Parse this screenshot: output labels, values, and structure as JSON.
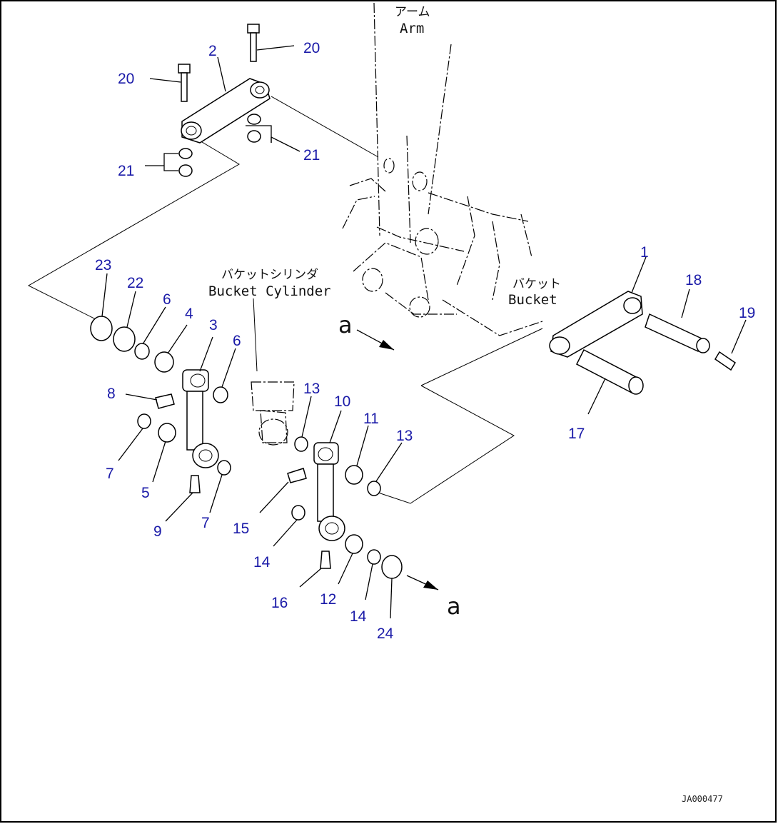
{
  "labels": {
    "arm_jp": "アーム",
    "arm_en": "Arm",
    "cylinder_jp": "バケットシリンダ",
    "cylinder_en": "Bucket Cylinder",
    "bucket_jp": "バケット",
    "bucket_en": "Bucket",
    "view_a_top": "a",
    "view_a_bottom": "a",
    "drawing_code": "JA000477"
  },
  "callouts": {
    "c1": "1",
    "c2": "2",
    "c3": "3",
    "c4": "4",
    "c5": "5",
    "c6a": "6",
    "c6b": "6",
    "c7a": "7",
    "c7b": "7",
    "c8": "8",
    "c9": "9",
    "c10": "10",
    "c11": "11",
    "c12": "12",
    "c13a": "13",
    "c13b": "13",
    "c14a": "14",
    "c14b": "14",
    "c15": "15",
    "c16": "16",
    "c17": "17",
    "c18": "18",
    "c19": "19",
    "c20a": "20",
    "c20b": "20",
    "c21a": "21",
    "c21b": "21",
    "c22": "22",
    "c23": "23",
    "c24": "24"
  },
  "colors": {
    "callout": "#1a1aa8",
    "line": "#000000"
  }
}
